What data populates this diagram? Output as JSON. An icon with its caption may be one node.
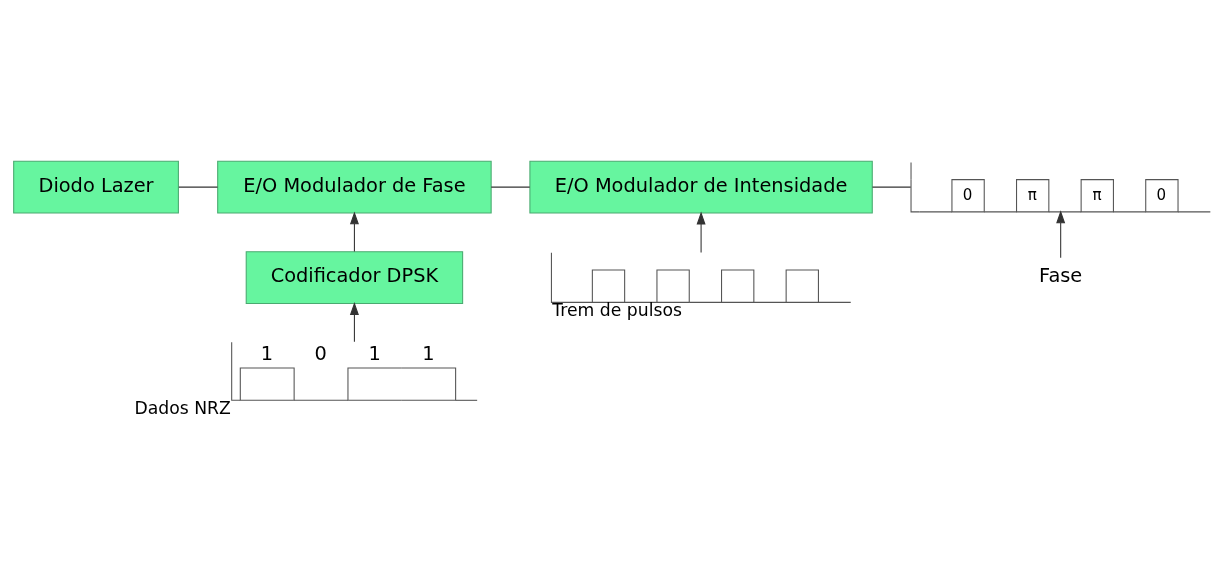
{
  "diagram": {
    "nodes": [
      {
        "text": [
          "Diodo Lazer"
        ]
      },
      {
        "text": [
          "E/O Modulador de Fase"
        ]
      },
      {
        "text": [
          "E/O Modulador de Intensidade"
        ]
      },
      {
        "text": [
          "Codificador DPSK"
        ]
      },
      {
        "text": [
          "1",
          "0",
          "1",
          "1"
        ],
        "beside": [
          "Dados NRZ"
        ]
      },
      {
        "text": [],
        "shape": "picture",
        "beside": [
          "Trem de pulsos"
        ]
      },
      {
        "text": [
          "0",
          "π",
          "π",
          "0"
        ]
      },
      {
        "text": [
          "Fase"
        ]
      }
    ],
    "edges": [
      {
        "from": 0,
        "to": 1,
        "arrow": "none"
      },
      {
        "from": 1,
        "to": 2,
        "arrow": "none"
      },
      {
        "from": 2,
        "to": 6,
        "arrow": "none"
      },
      {
        "from": 3,
        "to": 1,
        "arrow": "to"
      },
      {
        "from": 4,
        "to": 3,
        "arrow": "to"
      },
      {
        "from": 5,
        "to": 2,
        "arrow": "to"
      },
      {
        "from": 7,
        "to": 6,
        "arrow": "to"
      }
    ]
  }
}
